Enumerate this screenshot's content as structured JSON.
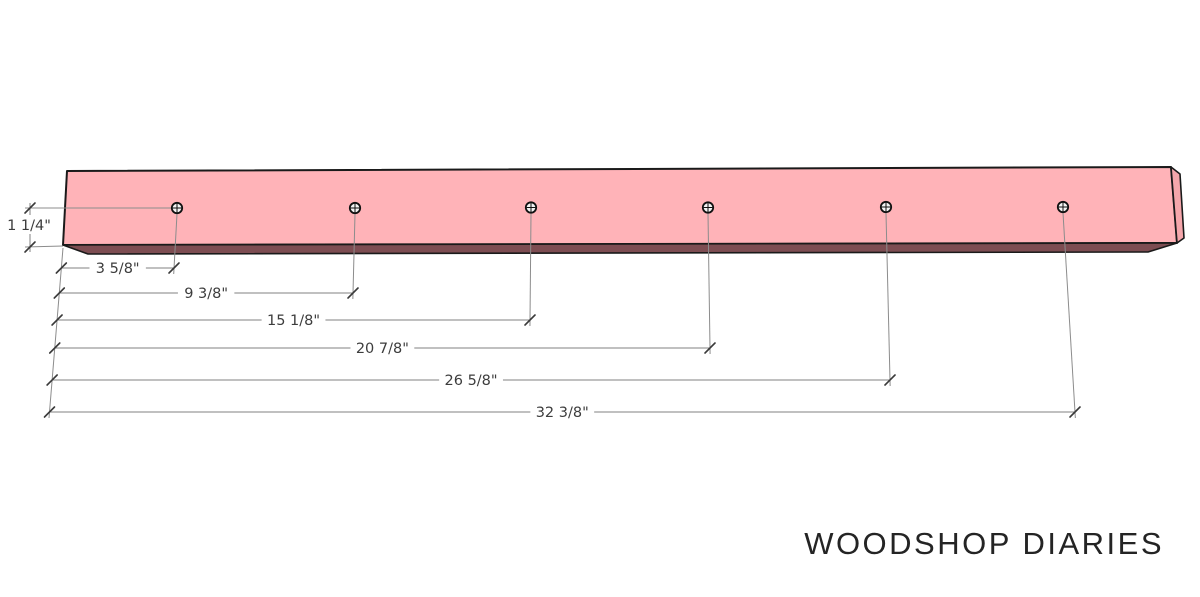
{
  "diagram": {
    "type": "woodworking-drilling-diagram",
    "board": {
      "description": "board with six evenly spaced pilot holes",
      "hole_count": 6,
      "hole_marker": "crosshair-circle-icon"
    },
    "colors": {
      "board_face": "#ffb3b8",
      "board_end": "#f5a6ab",
      "board_bottom_edge": "#7d4d52",
      "outline": "#1a1a1a",
      "dimension_line": "#828282",
      "extension_line": "#8c8c8c",
      "tick": "#3a3a3a",
      "dimension_text": "#3d3d3d"
    },
    "edge_offset": {
      "label": "1 1/4\"",
      "inches": 1.25
    },
    "hole_dimensions": [
      {
        "label": "3 5/8\"",
        "inches": 3.625
      },
      {
        "label": "9 3/8\"",
        "inches": 9.375
      },
      {
        "label": "15 1/8\"",
        "inches": 15.125
      },
      {
        "label": "20 7/8\"",
        "inches": 20.875
      },
      {
        "label": "26 5/8\"",
        "inches": 26.625
      },
      {
        "label": "32 3/8\"",
        "inches": 32.375
      }
    ]
  },
  "watermark": {
    "text": "WOODSHOP DIARIES"
  }
}
